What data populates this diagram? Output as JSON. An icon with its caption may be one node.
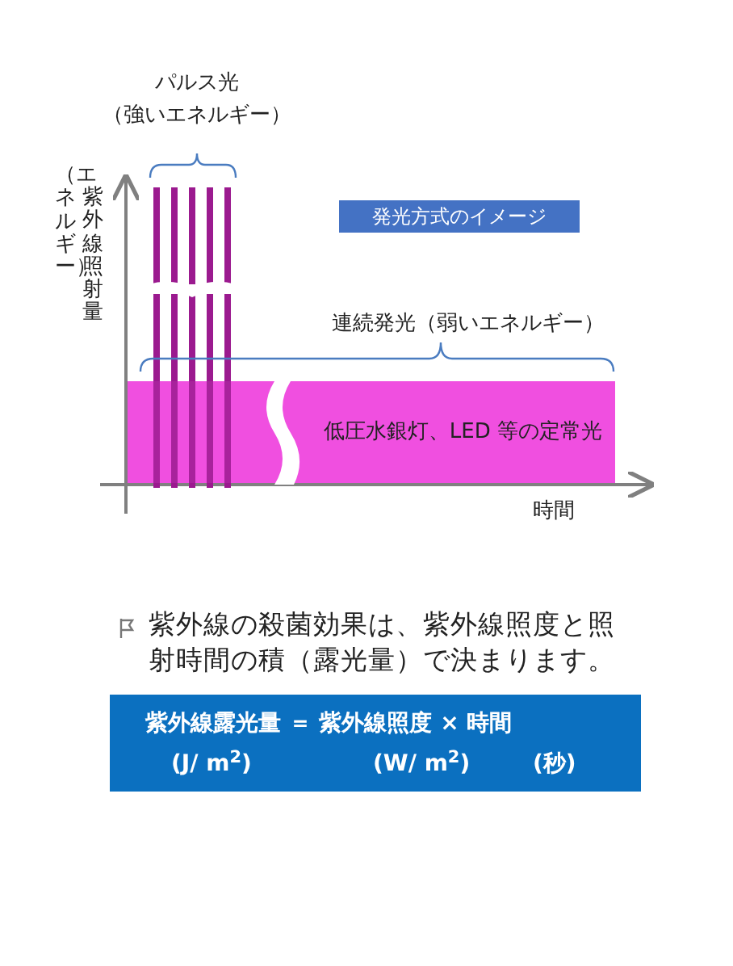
{
  "diagram": {
    "nodes": [
      {
        "text": [
          "発光方式のイメージ"
        ]
      },
      {
        "text": [
          "低圧水銀灯、LED 等の定常光"
        ]
      },
      {
        "text": [
          "紫外線露光量 ＝ 紫外線照度 × 時間",
          "(J/ m$^{2}$)",
          "(W/ m$^{2}$)",
          "(秒)"
        ]
      }
    ],
    "labels": [
      "パルス光",
      "（強いエネルギー）",
      "紫外線照射量",
      "（エネルギー）",
      "連続発光（弱いエネルギー）",
      "時間",
      "紫外線の殺菌効果は、紫外線照度と照射時間の積（露光量）で決まります。"
    ]
  }
}
